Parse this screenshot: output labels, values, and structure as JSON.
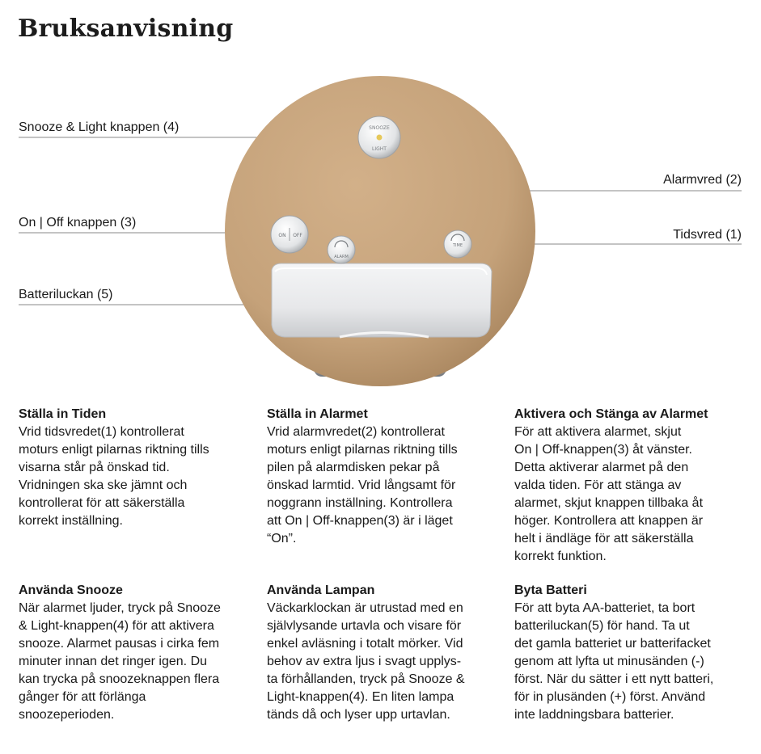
{
  "page_title": "Bruksanvisning",
  "callouts": {
    "snooze_light": "Snooze & Light knappen (4)",
    "alarm_knob": "Alarmvred (2)",
    "on_off": "On | Off knappen (3)",
    "time_knob": "Tidsvred (1)",
    "battery_cover": "Batteriluckan (5)"
  },
  "device_labels": {
    "snooze_top": "SNOOZE",
    "snooze_bottom": "LIGHT",
    "on": "ON",
    "off": "OFF",
    "alarm": "ALARM",
    "time": "TIME"
  },
  "colors": {
    "leather": "#c5a27a",
    "leather_shadow": "#a9865f",
    "chrome": "#e6e8ea",
    "callout_line": "#8a8a8a"
  },
  "sections": [
    {
      "heading": "Ställa in Tiden",
      "lines": [
        "Vrid tidsvredet(1) kontrollerat",
        "moturs enligt pilarnas riktning tills",
        "visarna står på önskad tid.",
        "Vridningen ska ske jämnt och",
        "kontrollerat för att säkerställa",
        "korrekt inställning."
      ]
    },
    {
      "heading": "Ställa in Alarmet",
      "lines": [
        "Vrid alarmvredet(2) kontrollerat",
        "moturs enligt pilarnas riktning tills",
        "pilen på alarmdisken pekar på",
        "önskad larmtid. Vrid långsamt för",
        "noggrann inställning. Kontrollera",
        "att On | Off-knappen(3) är i läget",
        "“On”."
      ]
    },
    {
      "heading": "Aktivera och Stänga av Alarmet",
      "lines": [
        "För att aktivera alarmet, skjut",
        "On | Off-knappen(3) åt vänster.",
        "Detta aktiverar alarmet på den",
        "valda tiden. För att stänga av",
        "alarmet, skjut knappen tillbaka åt",
        "höger. Kontrollera att knappen är",
        "helt i ändläge för att säkerställa",
        "korrekt funktion."
      ]
    },
    {
      "heading": "Använda Snooze",
      "lines": [
        "När alarmet ljuder, tryck på Snooze",
        "& Light-knappen(4) för att aktivera",
        "snooze. Alarmet pausas i cirka fem",
        "minuter innan det ringer igen. Du",
        "kan trycka på snoozeknappen flera",
        "gånger för att förlänga",
        "snoozeperioden."
      ]
    },
    {
      "heading": "Använda Lampan",
      "lines": [
        "Väckarklockan är utrustad med en",
        "självlysande urtavla och visare för",
        "enkel avläsning i totalt mörker. Vid",
        "behov av extra ljus i svagt upplys-",
        "ta förhållanden, tryck på Snooze &",
        "Light-knappen(4). En liten lampa",
        "tänds då och lyser upp urtavlan."
      ]
    },
    {
      "heading": "Byta Batteri",
      "lines": [
        "För att byta AA-batteriet, ta bort",
        "batteriluckan(5) för hand. Ta ut",
        "det gamla batteriet ur batterifacket",
        "genom att lyfta ut minusänden (-)",
        "först. När du sätter i ett nytt batteri,",
        "för in plusänden (+) först. Använd",
        "inte laddningsbara batterier."
      ]
    }
  ]
}
